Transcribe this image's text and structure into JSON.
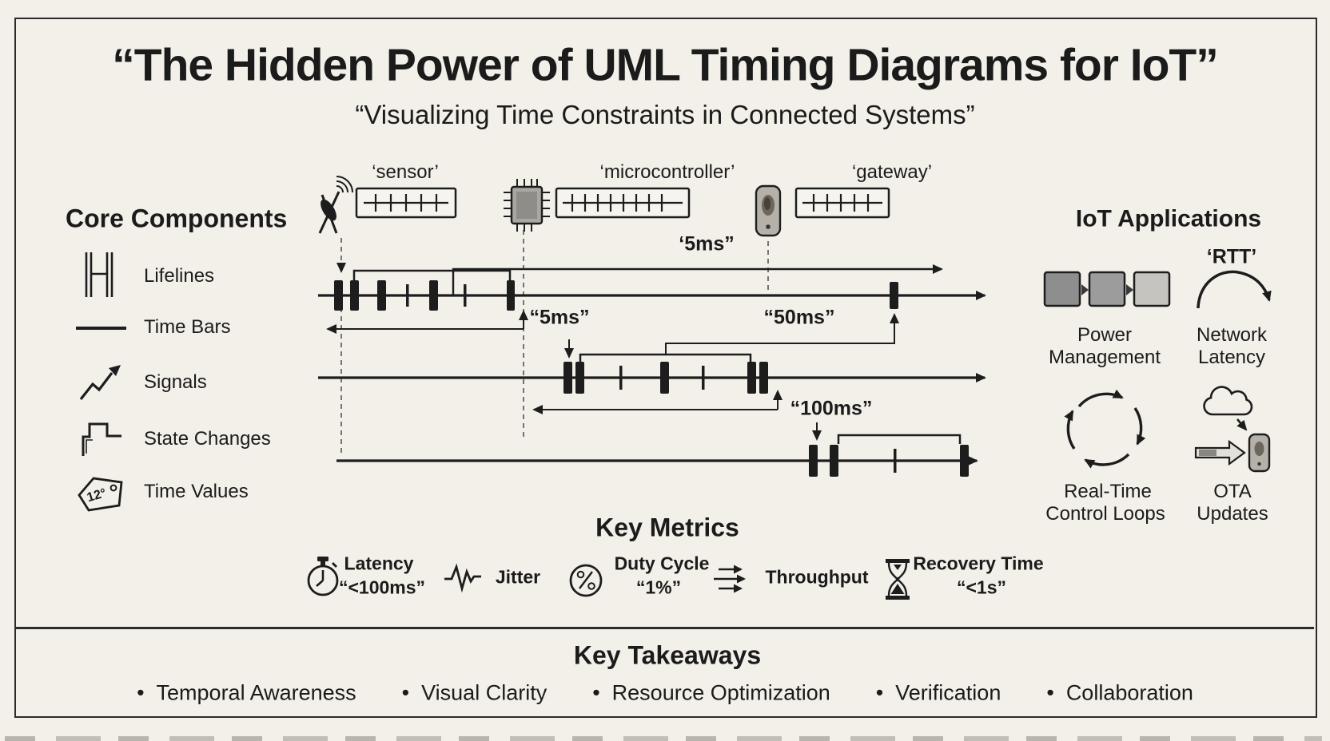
{
  "title": "“The Hidden Power of UML Timing Diagrams for IoT”",
  "subtitle": "“Visualizing Time Constraints in Connected Systems”",
  "core_components": {
    "heading": "Core Components",
    "items": [
      {
        "icon": "lifelines-icon",
        "label": "Lifelines"
      },
      {
        "icon": "time-bars-icon",
        "label": "Time Bars"
      },
      {
        "icon": "signals-icon",
        "label": "Signals"
      },
      {
        "icon": "state-changes-icon",
        "label": "State Changes"
      },
      {
        "icon": "time-values-icon",
        "label": "Time Values"
      }
    ],
    "tag_text": "12°"
  },
  "timing_diagram": {
    "lifelines": [
      {
        "label": "‘sensor’"
      },
      {
        "label": "‘microcontroller’"
      },
      {
        "label": "‘gateway’"
      }
    ],
    "annotations": {
      "gateway_latency": "‘5ms”",
      "sensor_period": "“5ms”",
      "mc_to_gateway": "“50ms”",
      "control_cycle": "“100ms”"
    }
  },
  "iot_applications": {
    "heading": "IoT Applications",
    "power": {
      "line1": "Power",
      "line2": "Management"
    },
    "network": {
      "tag": "‘RTT’",
      "line1": "Network",
      "line2": "Latency"
    },
    "realtime": {
      "line1": "Real-Time",
      "line2": "Control Loops"
    },
    "ota": {
      "line1": "OTA",
      "line2": "Updates"
    }
  },
  "key_metrics": {
    "heading": "Key Metrics",
    "items": [
      {
        "icon": "stopwatch-icon",
        "label": "Latency",
        "value": "“<100ms”"
      },
      {
        "icon": "jitter-wave-icon",
        "label": "Jitter",
        "value": ""
      },
      {
        "icon": "percent-icon",
        "label": "Duty Cycle",
        "value": "“1%”"
      },
      {
        "icon": "throughput-arrows-icon",
        "label": "Throughput",
        "value": ""
      },
      {
        "icon": "hourglass-icon",
        "label": "Recovery Time",
        "value": "“<1s”"
      }
    ]
  },
  "key_takeaways": {
    "heading": "Key Takeaways",
    "items": [
      "Temporal Awareness",
      "Visual Clarity",
      "Resource Optimization",
      "Verification",
      "Collaboration"
    ]
  }
}
